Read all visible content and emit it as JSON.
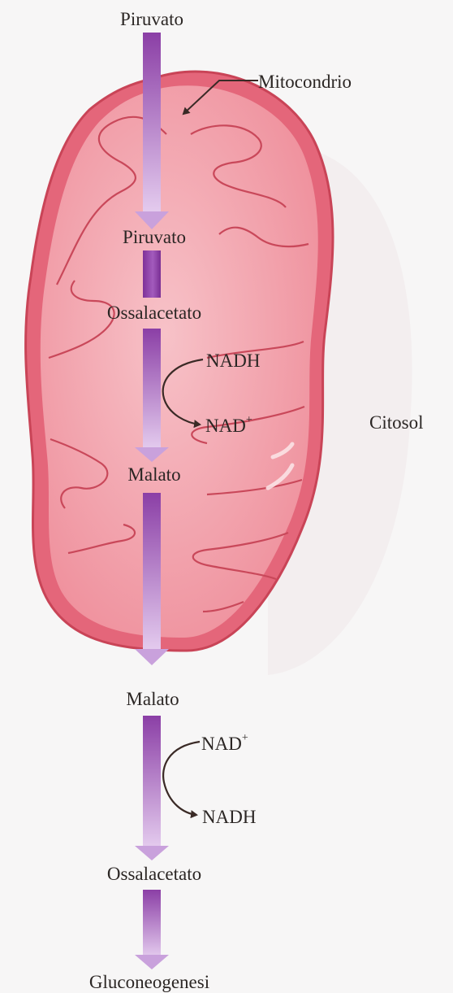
{
  "labels": {
    "piruvato_top": "Piruvato",
    "mitocondrio": "Mitocondrio",
    "piruvato_inner": "Piruvato",
    "ossalacetato_inner": "Ossalacetato",
    "nadh_inner": "NADH",
    "nad_inner": "NAD",
    "malato_inner": "Malato",
    "citosol": "Citosol",
    "malato_outer": "Malato",
    "nad_outer": "NAD",
    "nadh_outer": "NADH",
    "ossalacetato_outer": "Ossalacetato",
    "gluconeogenesi": "Gluconeogenesi"
  },
  "superscript_plus": "+",
  "colors": {
    "arrow_dark": "#8b3fa6",
    "arrow_light": "#e2c9ee",
    "membrane": "#e06a7a",
    "matrix": "#f3a7b1",
    "cristae_line": "#c9485a",
    "text": "#2b2624"
  }
}
